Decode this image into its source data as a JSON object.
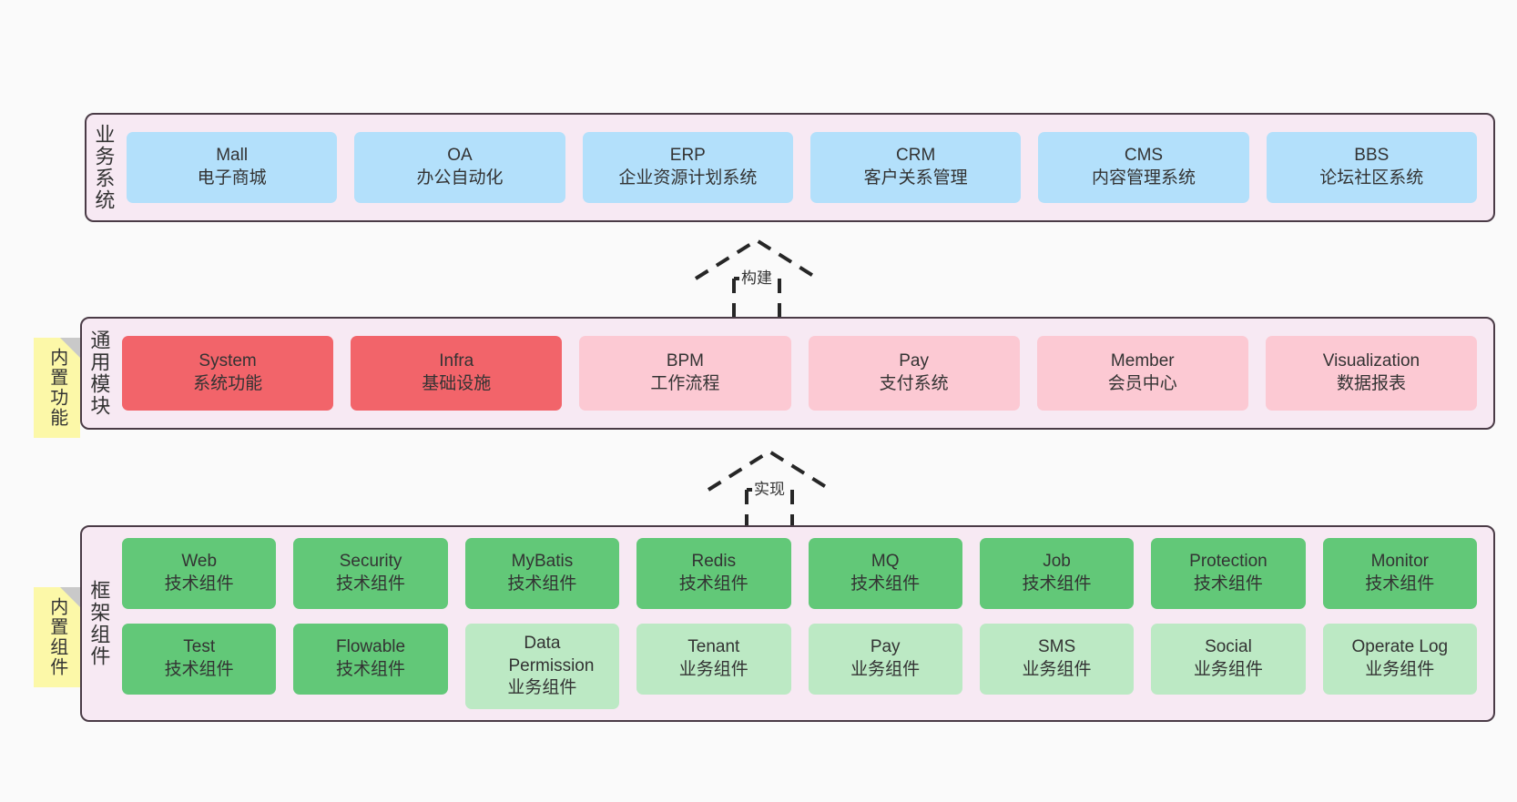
{
  "diagram": {
    "background": "#fafafa",
    "panel_fill": "#f7e9f3",
    "panel_border": "#4a3b46",
    "note_fill": "#fcf8a8",
    "colors": {
      "business": "#b3e0fb",
      "module_strong": "#f2646a",
      "module_light": "#fcc9d3",
      "tech_component": "#62c878",
      "business_component": "#bce9c4"
    }
  },
  "layers": [
    {
      "id": "business-systems",
      "title": "业务系统",
      "note": null,
      "rows": [
        [
          {
            "en": "Mall",
            "cn": "电子商城",
            "style": "blue"
          },
          {
            "en": "OA",
            "cn": "办公自动化",
            "style": "blue"
          },
          {
            "en": "ERP",
            "cn": "企业资源计划系统",
            "style": "blue"
          },
          {
            "en": "CRM",
            "cn": "客户关系管理",
            "style": "blue"
          },
          {
            "en": "CMS",
            "cn": "内容管理系统",
            "style": "blue"
          },
          {
            "en": "BBS",
            "cn": "论坛社区系统",
            "style": "blue"
          }
        ]
      ]
    },
    {
      "id": "common-modules",
      "title": "通用模块",
      "note": "内置功能",
      "rows": [
        [
          {
            "en": "System",
            "cn": "系统功能",
            "style": "red-strong"
          },
          {
            "en": "Infra",
            "cn": "基础设施",
            "style": "red-strong"
          },
          {
            "en": "BPM",
            "cn": "工作流程",
            "style": "red-light"
          },
          {
            "en": "Pay",
            "cn": "支付系统",
            "style": "red-light"
          },
          {
            "en": "Member",
            "cn": "会员中心",
            "style": "red-light"
          },
          {
            "en": "Visualization",
            "cn": "数据报表",
            "style": "red-light"
          }
        ]
      ]
    },
    {
      "id": "framework-components",
      "title": "框架组件",
      "note": "内置组件",
      "rows": [
        [
          {
            "en": "Web",
            "cn": "技术组件",
            "style": "green-strong"
          },
          {
            "en": "Security",
            "cn": "技术组件",
            "style": "green-strong"
          },
          {
            "en": "MyBatis",
            "cn": "技术组件",
            "style": "green-strong"
          },
          {
            "en": "Redis",
            "cn": "技术组件",
            "style": "green-strong"
          },
          {
            "en": "MQ",
            "cn": "技术组件",
            "style": "green-strong"
          },
          {
            "en": "Job",
            "cn": "技术组件",
            "style": "green-strong"
          },
          {
            "en": "Protection",
            "cn": "技术组件",
            "style": "green-strong"
          },
          {
            "en": "Monitor",
            "cn": "技术组件",
            "style": "green-strong"
          }
        ],
        [
          {
            "en": "Test",
            "cn": "技术组件",
            "style": "green-strong"
          },
          {
            "en": "Flowable",
            "cn": "技术组件",
            "style": "green-strong"
          },
          {
            "en": "Data Permission",
            "cn": "业务组件",
            "style": "green-light"
          },
          {
            "en": "Tenant",
            "cn": "业务组件",
            "style": "green-light"
          },
          {
            "en": "Pay",
            "cn": "业务组件",
            "style": "green-light"
          },
          {
            "en": "SMS",
            "cn": "业务组件",
            "style": "green-light"
          },
          {
            "en": "Social",
            "cn": "业务组件",
            "style": "green-light"
          },
          {
            "en": "Operate Log",
            "cn": "业务组件",
            "style": "green-light"
          }
        ]
      ]
    }
  ],
  "connectors": [
    {
      "id": "build",
      "label": "构建"
    },
    {
      "id": "implement",
      "label": "实现"
    }
  ]
}
